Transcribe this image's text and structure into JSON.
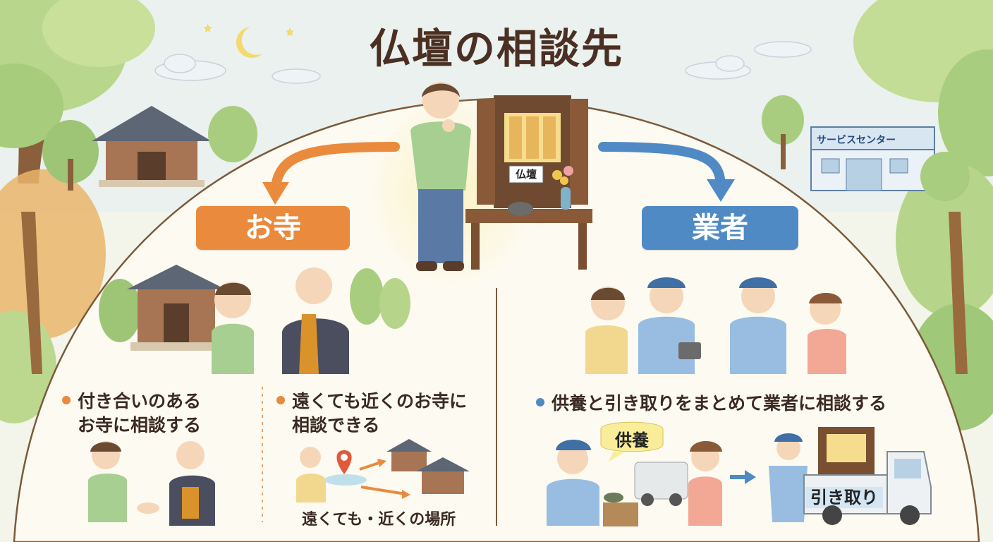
{
  "title": "仏壇の相談先",
  "center": {
    "altar_tag": "仏壇"
  },
  "temple": {
    "label": "お寺",
    "color": "#ea8a3c",
    "bullets": [
      {
        "lines": [
          "付き合いのある",
          "お寺に相談する"
        ]
      },
      {
        "lines": [
          "遠くても近くのお寺に",
          "相談できる"
        ]
      }
    ],
    "map_caption": "遠くても・近くの場所"
  },
  "vendor": {
    "label": "業者",
    "color": "#4f8ac4",
    "sign": "サービスセンター",
    "bullet": "供養と引き取りをまとめて業者に相談する",
    "speech": "供養",
    "truck_label": "引き取り"
  },
  "icons": [
    "moon-icon",
    "star-icon",
    "location-pin-icon",
    "arrow-right-icon"
  ]
}
